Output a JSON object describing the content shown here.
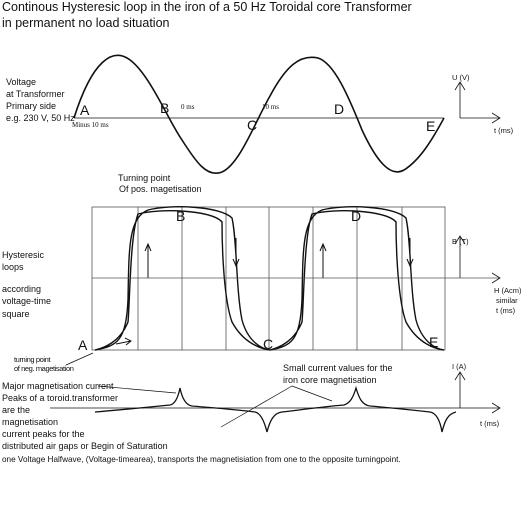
{
  "title": {
    "line1": "Continous Hysteresic loop in the iron of a 50 Hz Toroidal core Transformer",
    "line2": "in permanent no load situation"
  },
  "voltage_panel": {
    "label": [
      "Voltage",
      "at Transformer",
      "Primary side",
      "e.g. 230 V, 50 Hz"
    ],
    "points": [
      "A",
      "B",
      "C",
      "D",
      "E"
    ],
    "time_marks": [
      "Minus 10 ms",
      "0 ms",
      "10 ms"
    ],
    "y_axis_label": "U (V)",
    "x_axis_label": "t (ms)"
  },
  "hysteresis_panel": {
    "label": [
      "Hysteresic",
      "loops",
      "",
      "according",
      "voltage-time",
      "square"
    ],
    "turning_pos": [
      "Turning point",
      "Of pos. magetisation"
    ],
    "turning_neg": [
      "turning point",
      "of neg. magetisation"
    ],
    "points": [
      "A",
      "B",
      "C",
      "D",
      "E"
    ],
    "y_axis_label": "B (T)",
    "x_axis_label": [
      "H (Acm)",
      "similar",
      "t (ms)"
    ]
  },
  "current_panel": {
    "peak_label": [
      "Major magnetisation current",
      "Peaks of a toroid.transformer",
      "are the",
      "magnetisation",
      "current peaks for the",
      "distributed air gaps or Begin of Saturation"
    ],
    "small_label": [
      "Small current values for the",
      "iron core magnetisation"
    ],
    "y_axis_label": "I (A)",
    "x_axis_label": "t (ms)"
  },
  "footer": "one Voltage Halfwave, (Voltage-timearea), transports the magnetisiation from one to the opposite turningpoint."
}
